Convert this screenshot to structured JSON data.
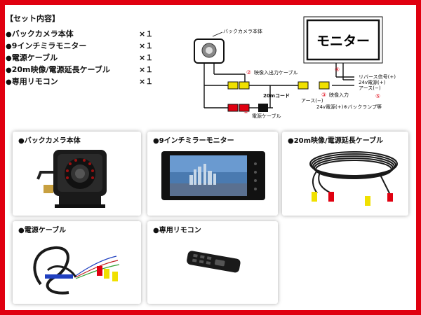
{
  "set_contents": {
    "title": "【セット内容】",
    "items": [
      {
        "bullet": "●",
        "label": "バックカメラ本体",
        "qty": "×１"
      },
      {
        "bullet": "●",
        "label": "9インチミラモニター",
        "qty": "×１"
      },
      {
        "bullet": "●",
        "label": "電源ケーブル",
        "qty": "×１"
      },
      {
        "bullet": "●",
        "label": "20m映像/電源延長ケーブル",
        "qty": "×１"
      },
      {
        "bullet": "●",
        "label": "専用リモコン",
        "qty": "×１"
      }
    ]
  },
  "diagram": {
    "monitor_label": "モニター",
    "camera_label": "バックカメラ本体",
    "video_cable": "映像入出力ケーブル",
    "cord_20m": "20mコード",
    "power_cable": "電源ケーブル",
    "reverse_signal": "リバース信号(+)",
    "power_24v_a": "24v電源(+)",
    "ground_a": "アース(−)",
    "video_input": "映像入力",
    "ground_b": "アース(−)",
    "power_24v_b": "24v電源(+)※バックランプ等",
    "num_1": "①",
    "num_2": "②",
    "num_3": "③",
    "num_4": "④",
    "num_5": "⑤"
  },
  "cards": {
    "camera": "●バックカメラ本体",
    "monitor": "●9インチミラーモニター",
    "ext_cable": "●20m映像/電源延長ケーブル",
    "power_cable": "●電源ケーブル",
    "remote": "●専用リモコン"
  },
  "colors": {
    "frame": "#e00010",
    "cable_yellow": "#f0e000",
    "cable_red": "#e00010"
  }
}
